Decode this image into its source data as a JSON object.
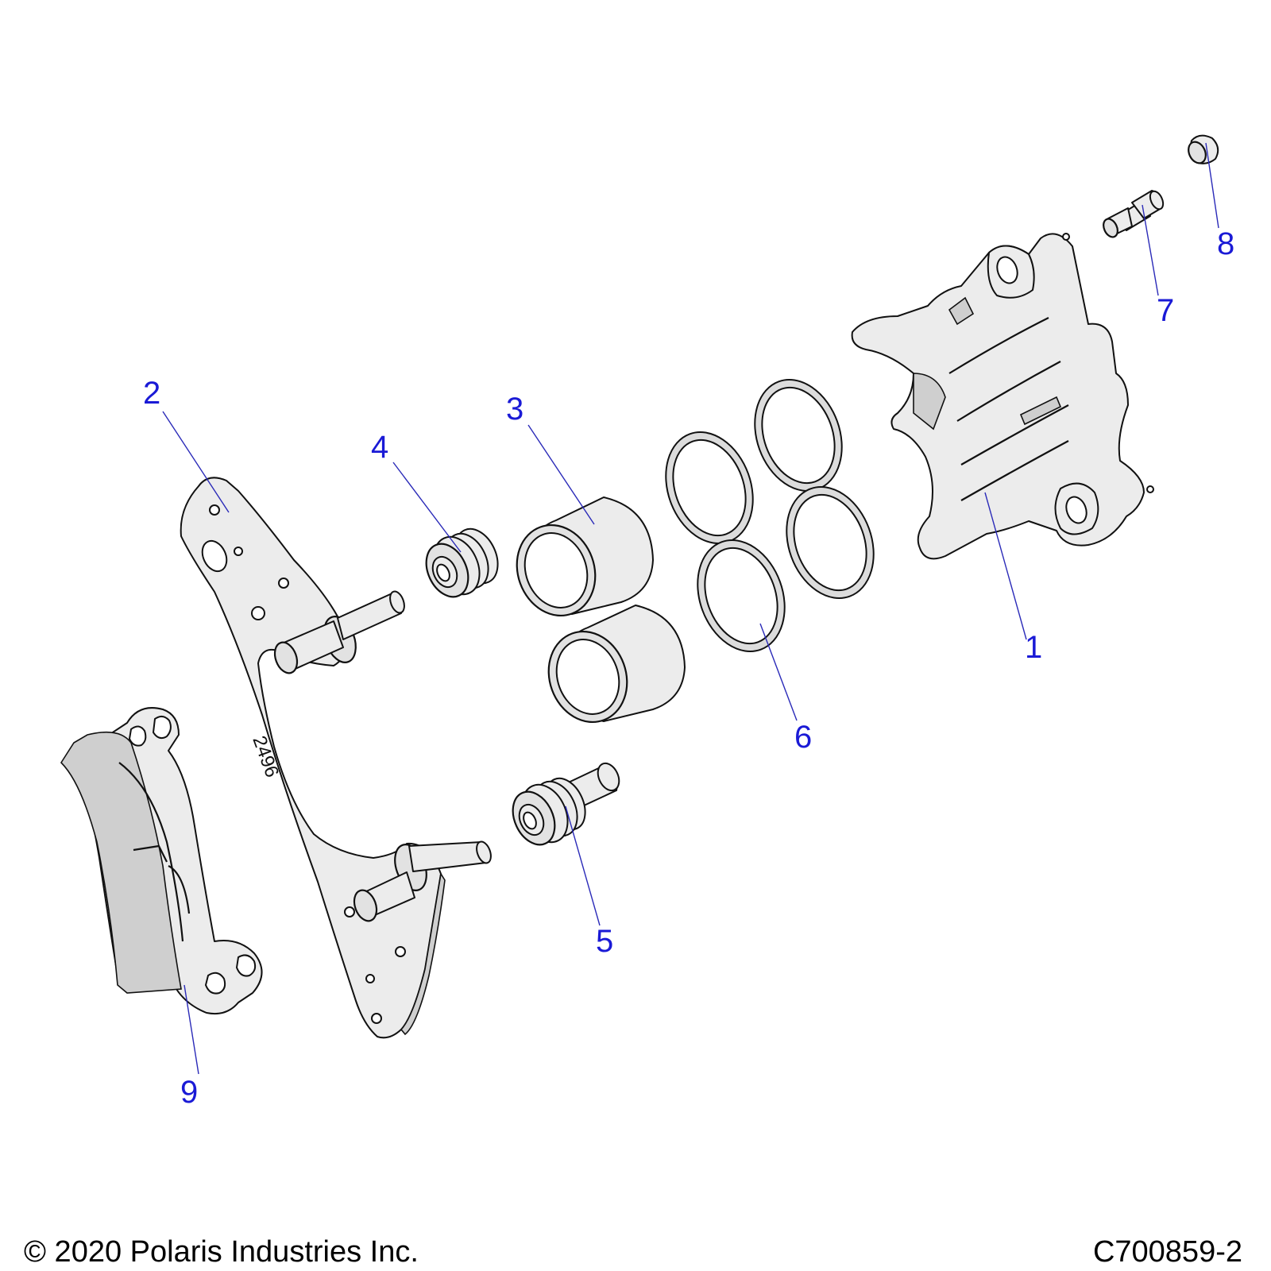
{
  "callouts": [
    {
      "id": "1",
      "label": "1"
    },
    {
      "id": "2",
      "label": "2"
    },
    {
      "id": "3",
      "label": "3"
    },
    {
      "id": "4",
      "label": "4"
    },
    {
      "id": "5",
      "label": "5"
    },
    {
      "id": "6",
      "label": "6"
    },
    {
      "id": "7",
      "label": "7"
    },
    {
      "id": "8",
      "label": "8"
    },
    {
      "id": "9",
      "label": "9"
    }
  ],
  "bracket_marking": "2496",
  "footer": {
    "copyright": "© 2020 Polaris Industries Inc.",
    "drawing_number": "C700859-2"
  },
  "colors": {
    "callout_text": "#1a1ad6",
    "leader_line": "#2a2ab8",
    "part_fill": "#e2e2e2",
    "outline": "#111111"
  }
}
